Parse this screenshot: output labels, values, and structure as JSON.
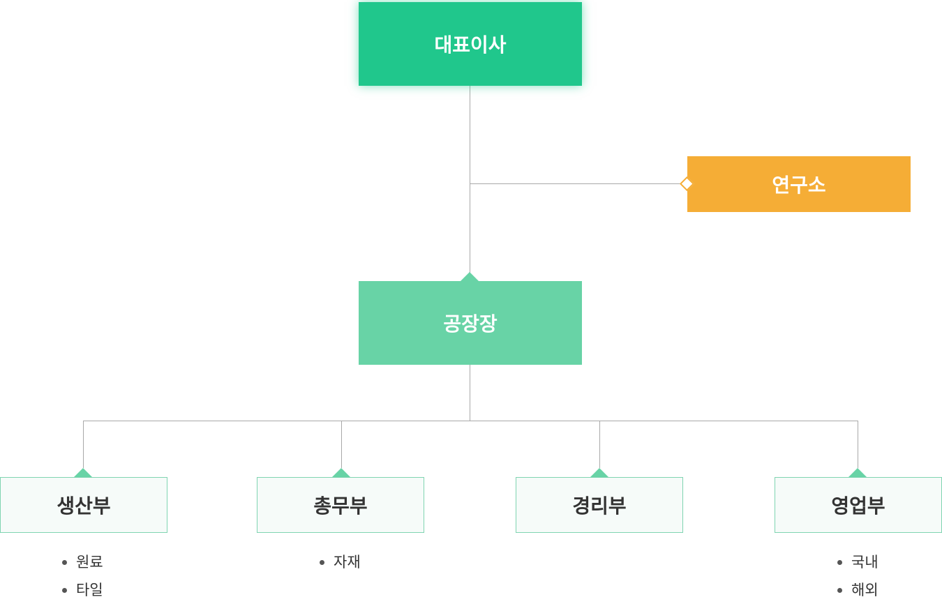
{
  "ceo": {
    "label": "대표이사"
  },
  "lab": {
    "label": "연구소"
  },
  "plant": {
    "label": "공장장"
  },
  "departments": [
    {
      "label": "생산부",
      "items": [
        "원료",
        "타일"
      ]
    },
    {
      "label": "총무부",
      "items": [
        "자재"
      ]
    },
    {
      "label": "경리부",
      "items": []
    },
    {
      "label": "영업부",
      "items": [
        "국내",
        "해외"
      ]
    }
  ],
  "colors": {
    "ceo": "#20c78c",
    "lab": "#f5ad36",
    "plant": "#68d3a6",
    "department_border": "#7fd4b1",
    "connector": "#a8a8a8"
  }
}
